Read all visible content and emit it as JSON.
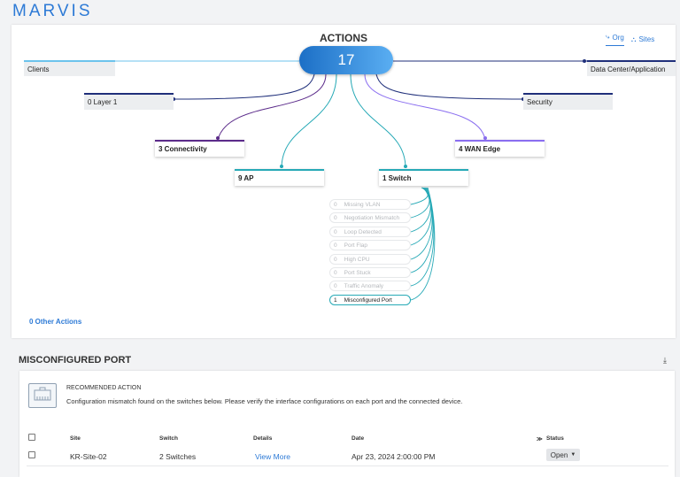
{
  "app": {
    "title": "MARVIS"
  },
  "actions": {
    "title": "ACTIONS",
    "total": "17",
    "scope": [
      {
        "label": "Org",
        "active": true
      },
      {
        "label": "Sites",
        "active": false
      }
    ],
    "categories": {
      "clients": "Clients",
      "data_center": "Data Center/Application",
      "layer1": "0 Layer 1",
      "security": "Security",
      "connectivity": "3 Connectivity",
      "wan_edge": "4 WAN Edge",
      "ap": "9 AP",
      "switch": "1 Switch"
    },
    "switch_items": [
      {
        "count": "0",
        "label": "Missing VLAN"
      },
      {
        "count": "0",
        "label": "Negotiation Mismatch"
      },
      {
        "count": "0",
        "label": "Loop Detected"
      },
      {
        "count": "0",
        "label": "Port Flap"
      },
      {
        "count": "0",
        "label": "High CPU"
      },
      {
        "count": "0",
        "label": "Port Stuck"
      },
      {
        "count": "0",
        "label": "Traffic Anomaly"
      },
      {
        "count": "1",
        "label": "Misconfigured Port"
      }
    ],
    "other_actions": "0 Other Actions"
  },
  "detail": {
    "title": "MISCONFIGURED PORT",
    "recommended_heading": "RECOMMENDED ACTION",
    "recommended_text": "Configuration mismatch found on the switches below. Please verify the interface configurations on each port and the connected device.",
    "columns": {
      "site": "Site",
      "switch": "Switch",
      "details": "Details",
      "date": "Date",
      "status": "Status"
    },
    "rows": [
      {
        "site": "KR-Site-02",
        "switch": "2 Switches",
        "details": "View More",
        "date": "Apr 23, 2024 2:00:00 PM",
        "status": "Open"
      }
    ]
  },
  "colors": {
    "accent": "#2d7ad6",
    "navy": "#1f2f7a",
    "purple": "#5b2b8a",
    "violet": "#8a6ef0",
    "teal": "#26a9b6"
  }
}
